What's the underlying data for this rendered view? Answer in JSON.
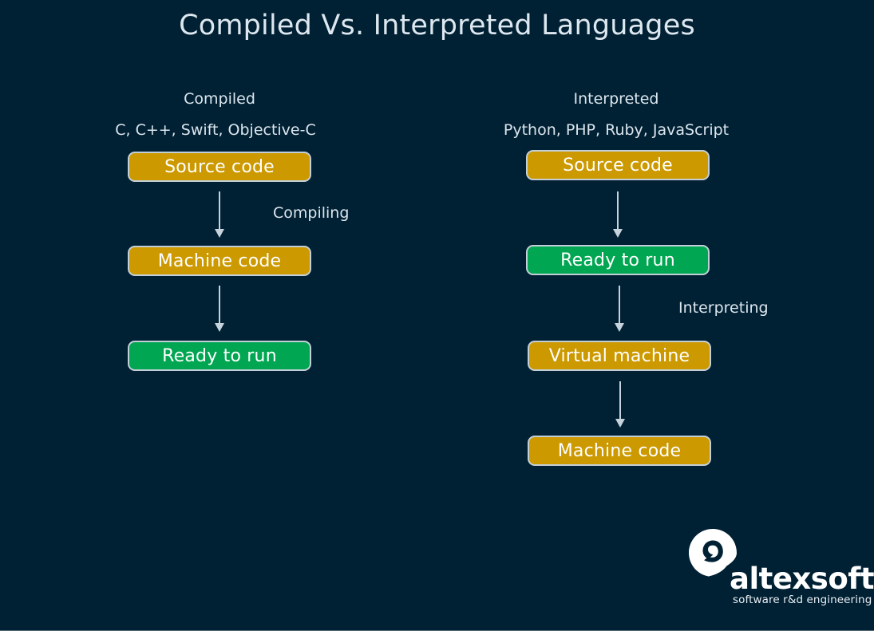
{
  "theme": {
    "background": "#002033",
    "text_primary": "#dce6ee",
    "box_gold": "#cc9900",
    "box_green": "#00a651",
    "box_border": "#c3cfd8",
    "arrow": "#c6d2dc"
  },
  "title": "Compiled Vs. Interpreted Languages",
  "columns": [
    {
      "heading": "Compiled",
      "languages": "C, C++, Swift, Objective-C",
      "steps": [
        {
          "label": "Source code",
          "color": "gold"
        },
        {
          "label": "Machine code",
          "color": "gold"
        },
        {
          "label": "Ready to run",
          "color": "green"
        }
      ],
      "process_labels": [
        "Compiling"
      ]
    },
    {
      "heading": "Interpreted",
      "languages": "Python, PHP, Ruby, JavaScript",
      "steps": [
        {
          "label": "Source code",
          "color": "gold"
        },
        {
          "label": "Ready to run",
          "color": "green"
        },
        {
          "label": "Virtual machine",
          "color": "gold"
        },
        {
          "label": "Machine code",
          "color": "gold"
        }
      ],
      "process_labels": [
        "Interpreting"
      ]
    }
  ],
  "logo": {
    "mark": "altexsoft-logo-icon",
    "wordmark": "altexsoft",
    "tagline": "software r&d engineering"
  }
}
